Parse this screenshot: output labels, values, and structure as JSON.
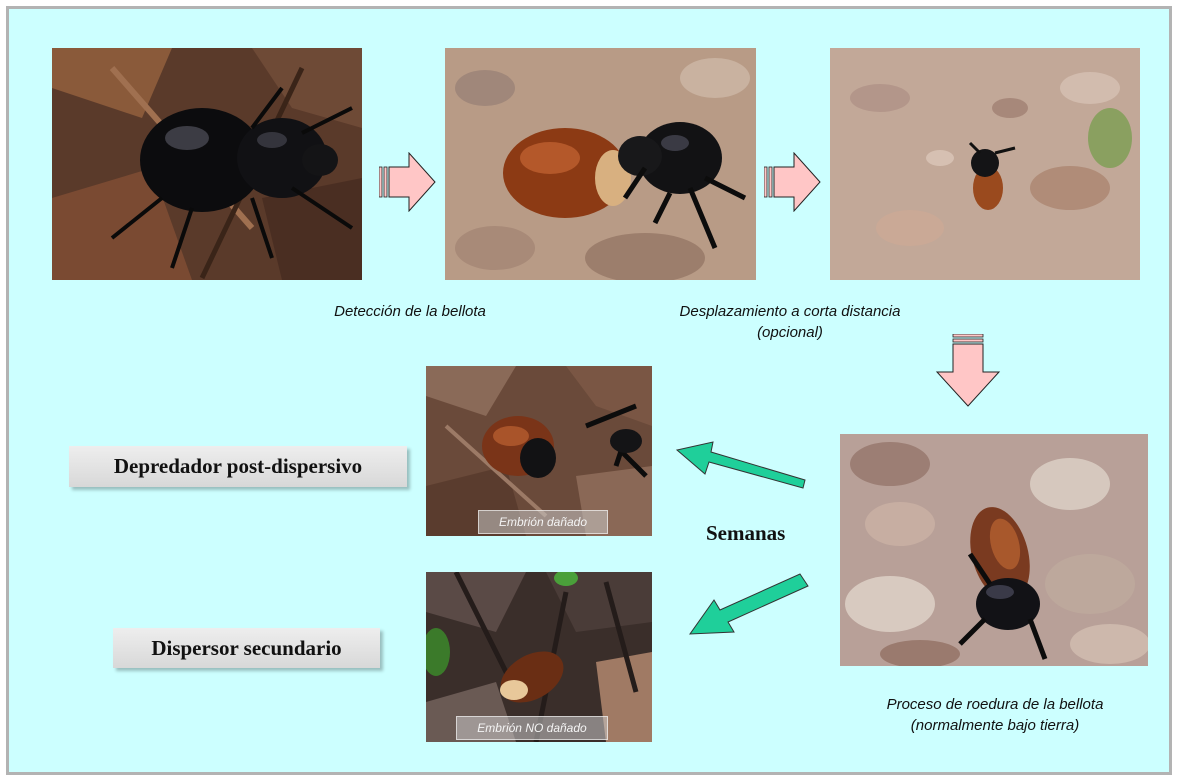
{
  "captions": {
    "detection": "Detección de la bellota",
    "displacement_line1": "Desplazamiento a corta distancia",
    "displacement_line2": "(opcional)",
    "gnawing_line1": "Proceso de roedura de la bellota",
    "gnawing_line2": "(normalmente bajo tierra)"
  },
  "roles": {
    "predator": "Depredador post-dispersivo",
    "disperser": "Dispersor secundario"
  },
  "time_label": "Semanas",
  "badges": {
    "damaged": "Embrión dañado",
    "not_damaged": "Embrión NO dañado"
  },
  "colors": {
    "background": "#ccffff",
    "frame_border": "#b3b3b3",
    "block_arrow_fill": "#ffc6c6",
    "green_arrow_fill": "#1fcf9a"
  }
}
